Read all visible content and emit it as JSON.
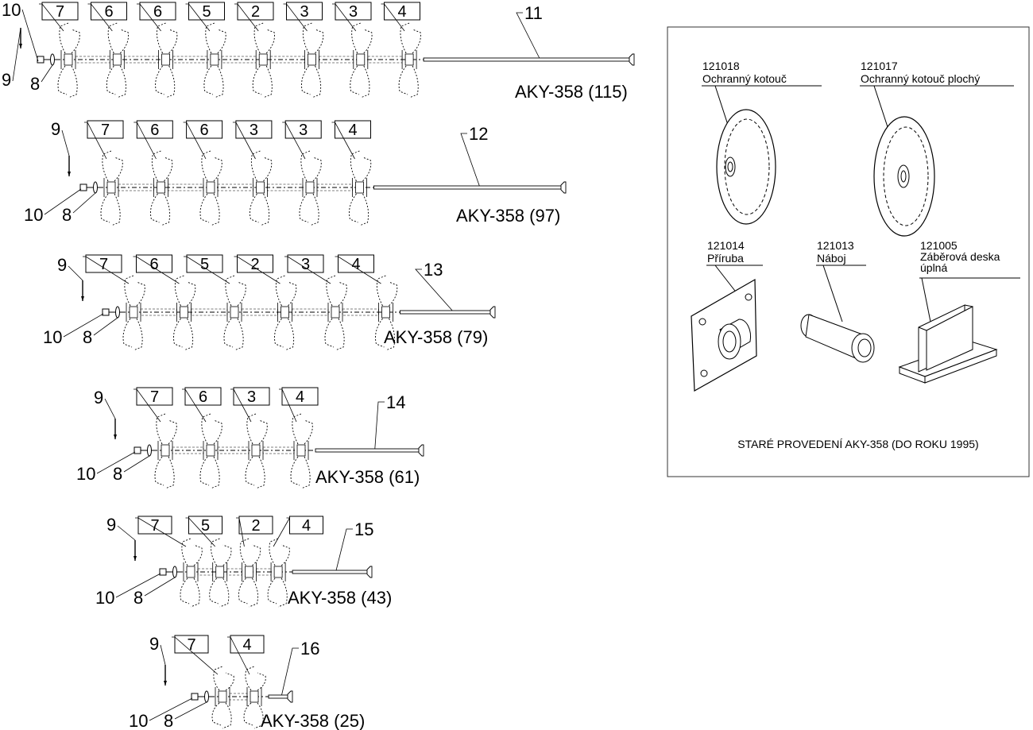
{
  "assemblies": [
    {
      "model": "AKY-358 (115)",
      "boxes": [
        "7",
        "6",
        "6",
        "5",
        "2",
        "3",
        "3",
        "4"
      ],
      "callouts": {
        "hub": "10",
        "pin": "9",
        "flange": "8",
        "shaft": "11"
      }
    },
    {
      "model": "AKY-358 (97)",
      "boxes": [
        "7",
        "6",
        "6",
        "3",
        "3",
        "4"
      ],
      "callouts": {
        "hub": "10",
        "pin": "9",
        "flange": "8",
        "shaft": "12"
      }
    },
    {
      "model": "AKY-358 (79)",
      "boxes": [
        "7",
        "6",
        "5",
        "2",
        "3",
        "4"
      ],
      "callouts": {
        "hub": "10",
        "pin": "9",
        "flange": "8",
        "shaft": "13"
      }
    },
    {
      "model": "AKY-358 (61)",
      "boxes": [
        "7",
        "6",
        "3",
        "4"
      ],
      "callouts": {
        "hub": "10",
        "pin": "9",
        "flange": "8",
        "shaft": "14"
      }
    },
    {
      "model": "AKY-358 (43)",
      "boxes": [
        "7",
        "5",
        "2",
        "4"
      ],
      "callouts": {
        "hub": "10",
        "pin": "9",
        "flange": "8",
        "shaft": "15"
      }
    },
    {
      "model": "AKY-358 (25)",
      "boxes": [
        "7",
        "4"
      ],
      "callouts": {
        "hub": "10",
        "pin": "9",
        "flange": "8",
        "shaft": "16"
      }
    }
  ],
  "old_version": {
    "caption": "STARÉ PROVEDENÍ AKY-358 (DO ROKU 1995)",
    "parts": [
      {
        "code": "121018",
        "name": "Ochranný kotouč"
      },
      {
        "code": "121017",
        "name": "Ochranný kotouč plochý"
      },
      {
        "code": "121014",
        "name": "Příruba"
      },
      {
        "code": "121013",
        "name": "Náboj"
      },
      {
        "code": "121005",
        "name": "Záběrová deska",
        "name2": "úplná"
      }
    ]
  }
}
